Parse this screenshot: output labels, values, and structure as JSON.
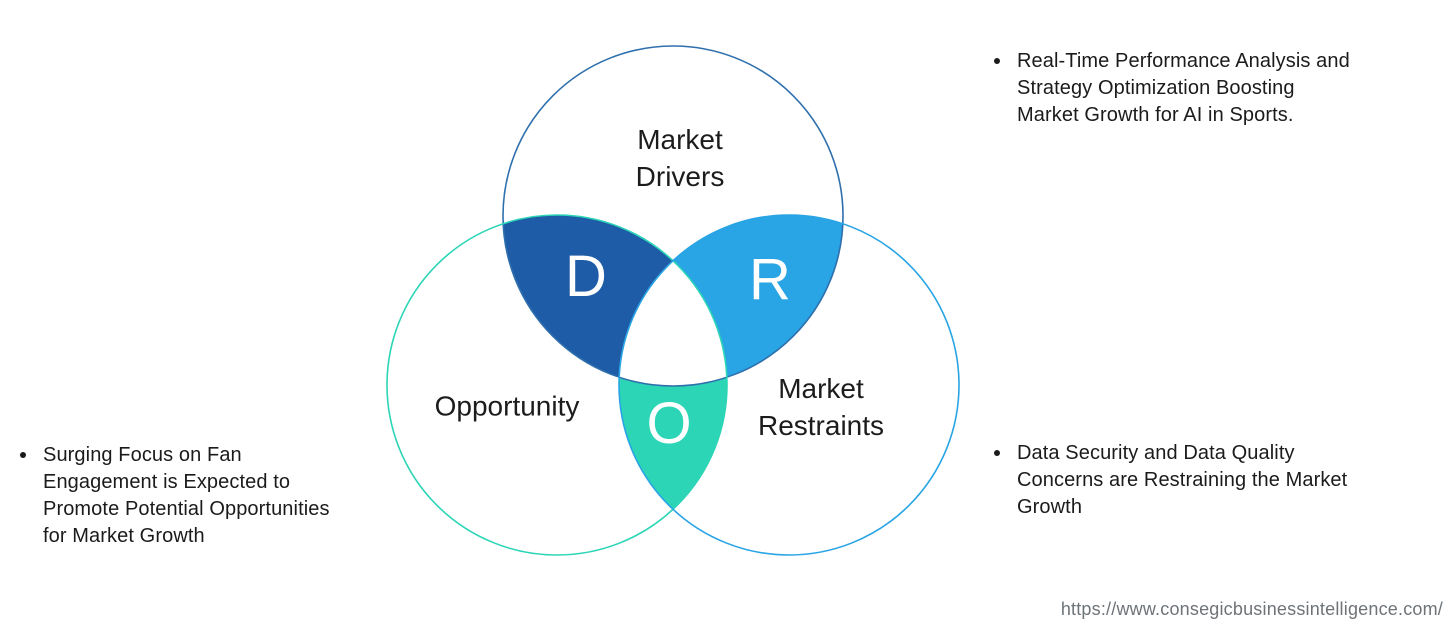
{
  "venn": {
    "center_fill": "#ffffff",
    "circles": [
      {
        "label": "Market Drivers",
        "stroke": "#2E6FAD"
      },
      {
        "label": "Opportunity",
        "stroke": "#2CD5B6"
      },
      {
        "label": "Market Restraints",
        "stroke": "#29A4E4"
      }
    ],
    "regions": [
      {
        "letter": "D",
        "fill": "#1F5CA7"
      },
      {
        "letter": "R",
        "fill": "#29A4E4"
      },
      {
        "letter": "O",
        "fill": "#2CD5B6"
      }
    ]
  },
  "bullets": {
    "right_top": {
      "lines": [
        "Real-Time Performance Analysis and",
        "Strategy Optimization Boosting",
        "Market Growth for AI in Sports."
      ]
    },
    "right_bottom": {
      "lines": [
        "Data Security and Data Quality",
        "Concerns are Restraining the Market",
        "Growth"
      ]
    },
    "left": {
      "lines": [
        "Surging Focus on Fan",
        "Engagement is Expected to",
        "Promote Potential Opportunities",
        "for Market Growth"
      ]
    }
  },
  "footer": {
    "source_url": "https://www.consegicbusinessintelligence.com/"
  }
}
